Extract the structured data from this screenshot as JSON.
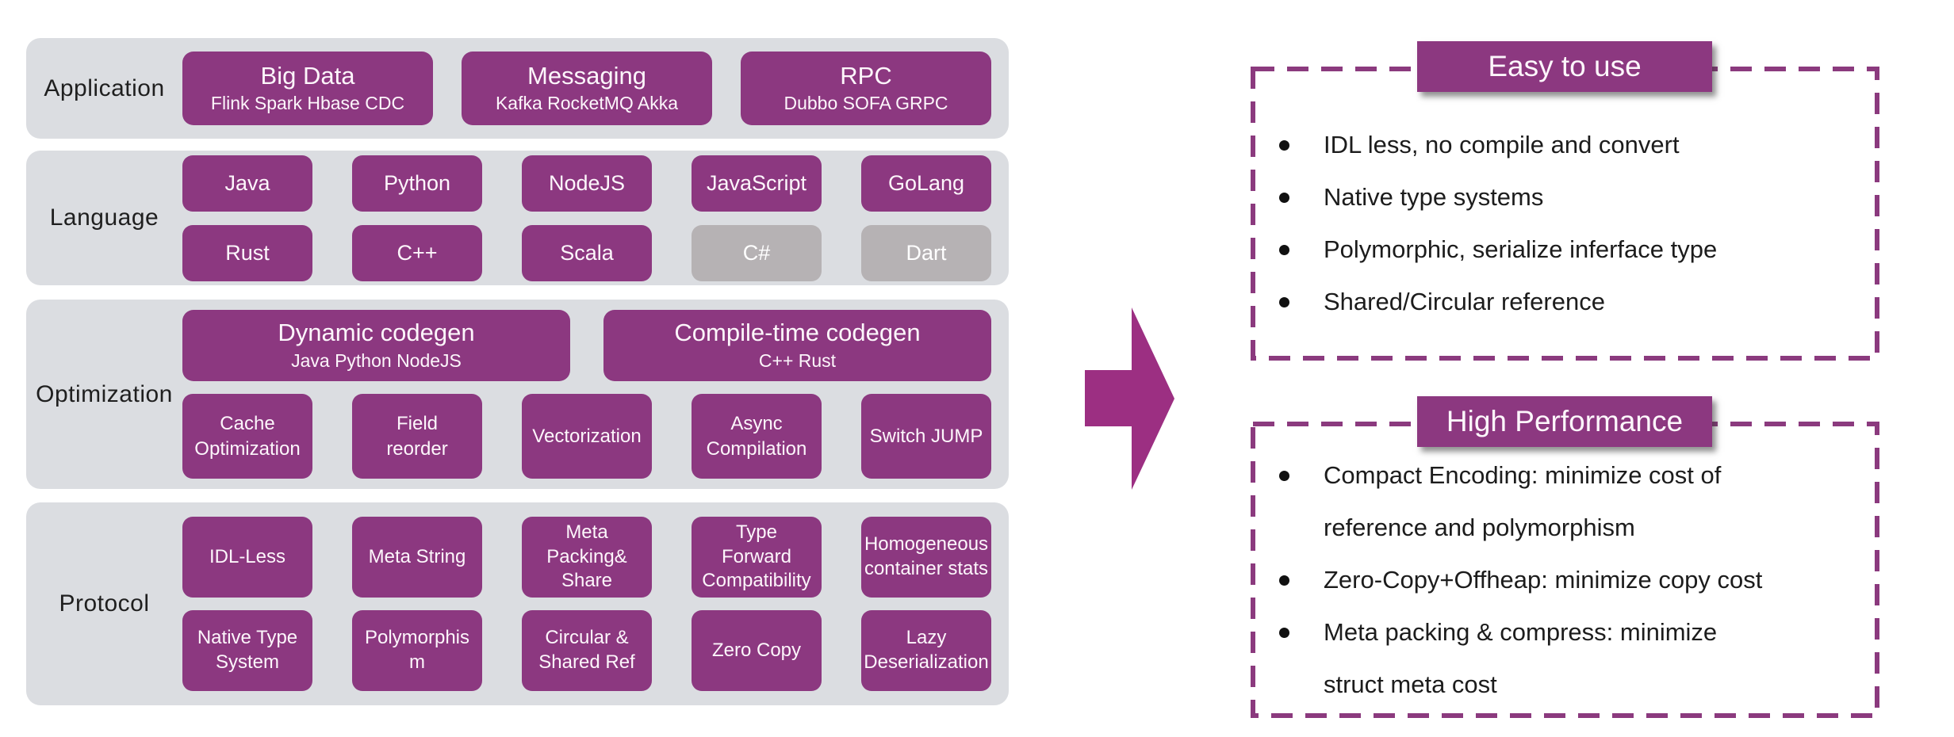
{
  "colors": {
    "box_purple": "#8C3880",
    "arrow_purple": "#9C2F82",
    "panel_gray": "#DBDDE1",
    "disabled_gray": "#B6B2B4",
    "text_dark": "#1F1F1F",
    "box_text": "#FDF6FB"
  },
  "stack": {
    "application": {
      "label": "Application",
      "boxes": [
        {
          "title": "Big Data",
          "subtitle": "Flink Spark Hbase CDC"
        },
        {
          "title": "Messaging",
          "subtitle": "Kafka RocketMQ Akka"
        },
        {
          "title": "RPC",
          "subtitle": "Dubbo SOFA GRPC"
        }
      ]
    },
    "language": {
      "label": "Language",
      "row1": [
        "Java",
        "Python",
        "NodeJS",
        "JavaScript",
        "GoLang"
      ],
      "row2": [
        "Rust",
        "C++",
        "Scala",
        "C#",
        "Dart"
      ],
      "grayed_out": [
        "C#",
        "Dart"
      ]
    },
    "optimization": {
      "label": "Optimization",
      "codegen": [
        {
          "title": "Dynamic codegen",
          "subtitle": "Java  Python NodeJS"
        },
        {
          "title": "Compile-time codegen",
          "subtitle": "C++  Rust"
        }
      ],
      "techniques": [
        "Cache\nOptimization",
        "Field\nreorder",
        "Vectorization",
        "Async\nCompilation",
        "Switch JUMP"
      ]
    },
    "protocol": {
      "label": "Protocol",
      "row1": [
        "IDL-Less",
        "Meta String",
        "Meta\nPacking&\nShare",
        "Type\nForward\nCompatibility",
        "Homogeneous\ncontainer stats"
      ],
      "row2": [
        "Native Type\nSystem",
        "Polymorphis\nm",
        "Circular &\nShared Ref",
        "Zero Copy",
        "Lazy\nDeserialization"
      ]
    }
  },
  "panels": {
    "easy": {
      "title": "Easy to use",
      "bullets": [
        "IDL less, no compile and convert",
        "Native type systems",
        "Polymorphic, serialize inferface type",
        "Shared/Circular reference"
      ]
    },
    "performance": {
      "title": "High Performance",
      "bullets": [
        "Compact Encoding: minimize cost of\nreference and polymorphism",
        "Zero-Copy+Offheap: minimize copy cost",
        "Meta packing & compress: minimize\nstruct meta cost"
      ]
    }
  }
}
